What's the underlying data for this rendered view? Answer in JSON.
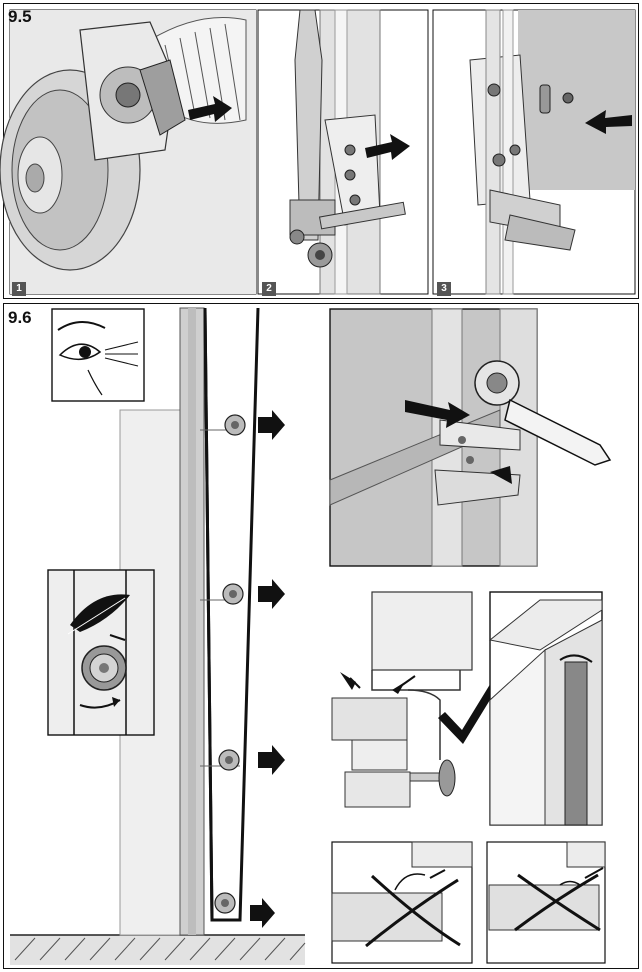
{
  "sections": {
    "top_label": "9.5",
    "bottom_label": "9.6"
  },
  "steps": {
    "step1": "1",
    "step2": "2",
    "step3": "3"
  },
  "colors": {
    "panel_gray": "#c9c9c9",
    "dark_gray": "#8c8c8c",
    "light_gray": "#e4e4e4",
    "ink": "#111111"
  },
  "icons": {
    "check": "check-mark-icon",
    "cross": "cross-mark-icon",
    "arrow": "arrow-right-icon",
    "eye": "eye-icon",
    "feather": "feather-icon"
  }
}
